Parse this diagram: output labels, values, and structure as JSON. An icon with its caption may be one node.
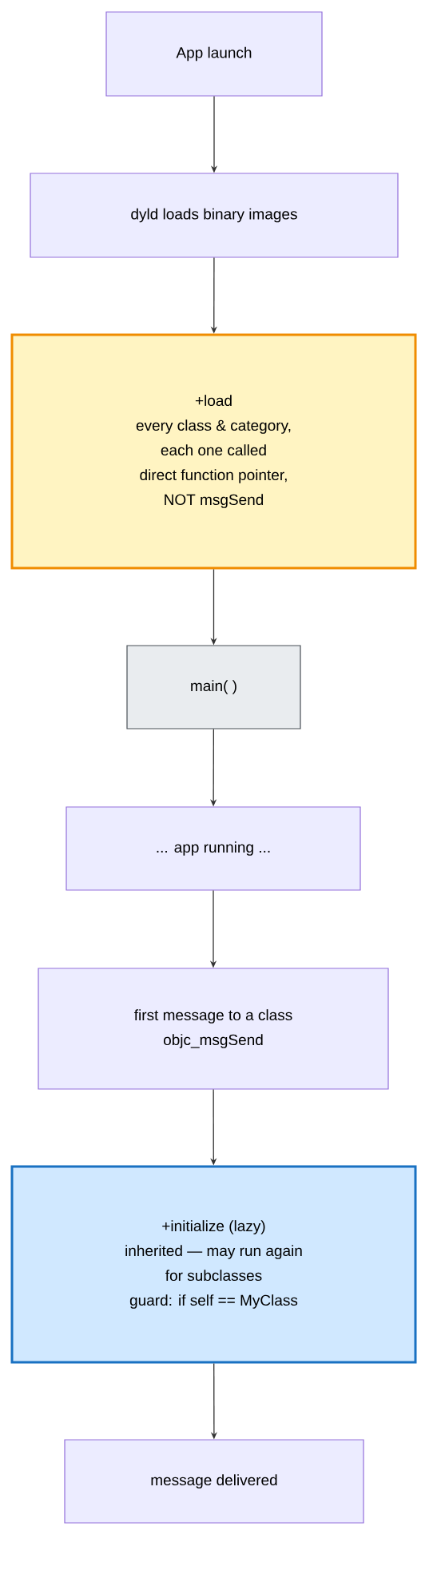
{
  "diagram": {
    "nodes": [
      {
        "text": [
          "App launch"
        ]
      },
      {
        "text": [
          "dyld loads binary images"
        ]
      },
      {
        "text": [
          "+load",
          "every class & category,",
          "each one called",
          "direct function pointer,",
          "NOT msgSend"
        ]
      },
      {
        "text": [
          "main( )"
        ]
      },
      {
        "text": [
          "... app running ..."
        ]
      },
      {
        "text": [
          "first message to a class",
          "objc_msgSend"
        ]
      },
      {
        "text": [
          "+initialize (lazy)",
          "inherited — may run again",
          "for subclasses",
          "guard: if self == MyClass"
        ]
      },
      {
        "text": [
          "message delivered"
        ]
      }
    ],
    "edges": [
      {
        "from": 0,
        "to": 1,
        "arrow": "to"
      },
      {
        "from": 1,
        "to": 2,
        "arrow": "to"
      },
      {
        "from": 2,
        "to": 3,
        "arrow": "to"
      },
      {
        "from": 3,
        "to": 4,
        "arrow": "to"
      },
      {
        "from": 4,
        "to": 5,
        "arrow": "to"
      },
      {
        "from": 5,
        "to": 6,
        "arrow": "to"
      },
      {
        "from": 6,
        "to": 7,
        "arrow": "to"
      }
    ]
  }
}
